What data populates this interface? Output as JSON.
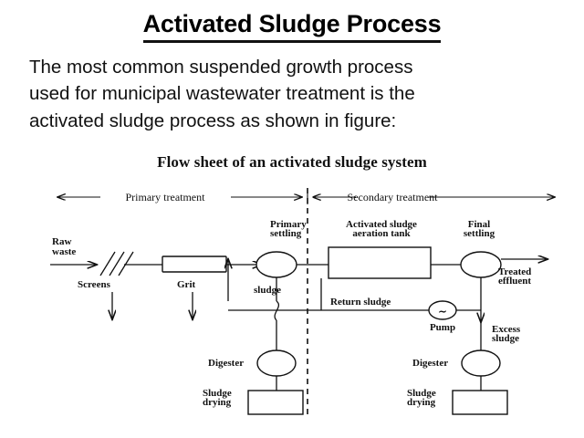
{
  "slide": {
    "title": "Activated Sludge Process",
    "body_lines": [
      "The most common suspended growth process",
      "used for municipal wastewater treatment is the",
      "activated sludge process as shown in figure:"
    ]
  },
  "figure": {
    "caption": "Flow sheet of an activated sludge system",
    "zones": {
      "primary": "Primary treatment",
      "secondary": "Secondary treatment"
    },
    "labels": {
      "raw_waste_1": "Raw",
      "raw_waste_2": "waste",
      "screens": "Screens",
      "grit": "Grit",
      "primary_settling_1": "Primary",
      "primary_settling_2": "settling",
      "sludge": "sludge",
      "aeration_1": "Activated sludge",
      "aeration_2": "aeration tank",
      "final_settling_1": "Final",
      "final_settling_2": "settling",
      "treated_1": "Treated",
      "treated_2": "effluent",
      "return_sludge": "Return sludge",
      "pump": "Pump",
      "pump_symbol": "∼",
      "excess_1": "Excess",
      "excess_2": "sludge",
      "digester_left": "Digester",
      "digester_right": "Digester",
      "sludge_drying_left_1": "Sludge",
      "sludge_drying_left_2": "drying",
      "sludge_drying_right_1": "Sludge",
      "sludge_drying_right_2": "drying"
    },
    "colors": {
      "ink": "#111111",
      "background": "#ffffff"
    }
  }
}
